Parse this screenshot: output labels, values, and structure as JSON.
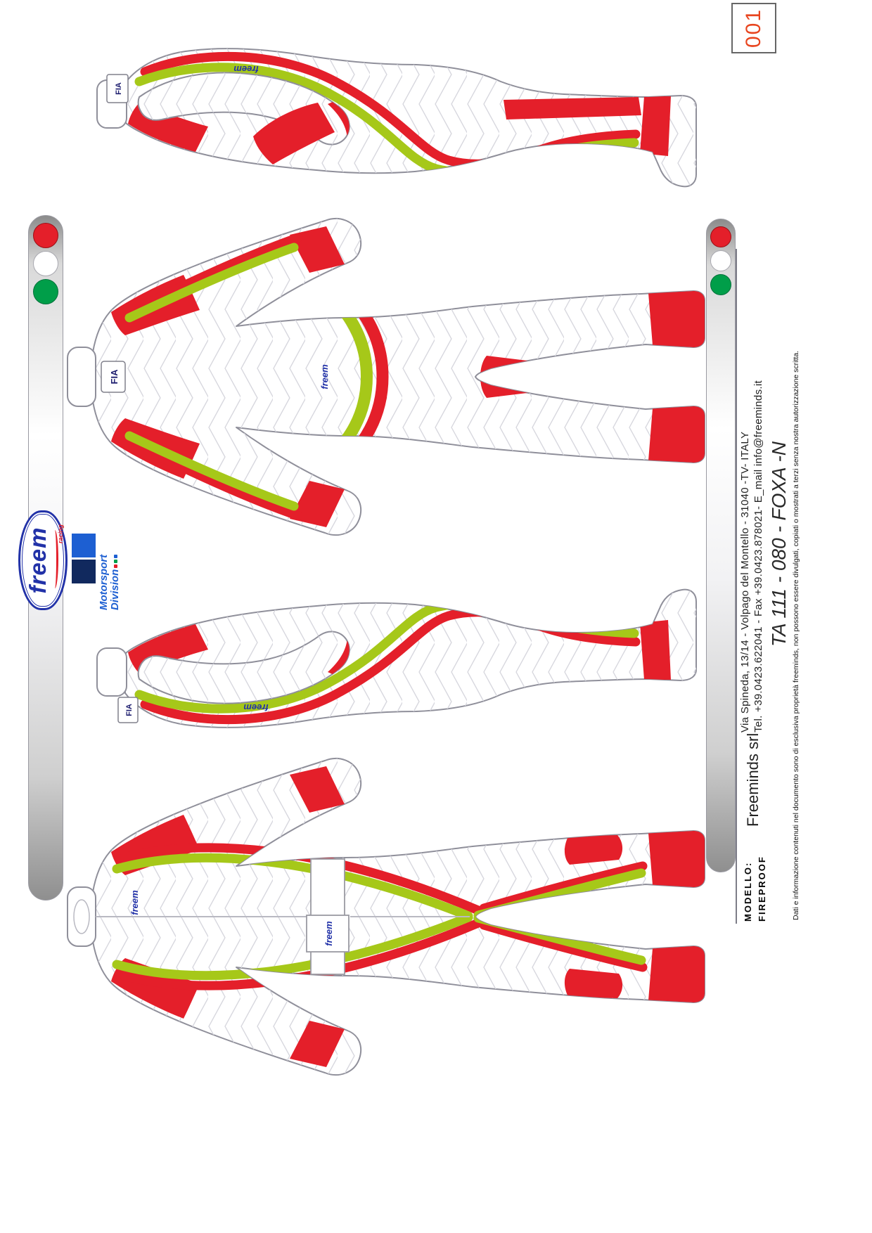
{
  "colors": {
    "red": "#e41f2a",
    "stripe_green": "#a6c819",
    "flag_green": "#009e49",
    "logo_blue": "#2232a8",
    "motorsport_blue": "#1d5fd2",
    "motorsport_navy": "#11295e",
    "outline_gray": "#8f8f9a",
    "pattern_gray": "#d7d7de",
    "number_red": "#e8451f",
    "label_navy": "#1c1c6e"
  },
  "page": {
    "number": "001"
  },
  "title_block": {
    "modello_label": "MODELLO:",
    "modello_value": "FIREPROOF",
    "company": "Freeminds srl",
    "address": "Via Spineda, 13/14 - Volpago del Montello - 31040 -TV- ITALY",
    "contact": "Tel. +39.0423.622041 - Fax +39.0423.878021- E_mail info@freeminds.it",
    "model_code": "TA 111 - 080 - FOXA -N",
    "disclaimer": "Dati e informazione contenuti nel documento sono di esclusiva proprietà freeminds, non possono essere divulgati, copiati o mostrati a terzi senza nostra autorizzazione scritta."
  },
  "logo": {
    "brand": "freem",
    "sub": "racing",
    "division_line1": "Motorsport",
    "division_line2": "Division"
  },
  "suit_labels": {
    "brand": "freem",
    "fia": "FIA"
  },
  "color_swatches": [
    "red",
    "white",
    "green"
  ]
}
